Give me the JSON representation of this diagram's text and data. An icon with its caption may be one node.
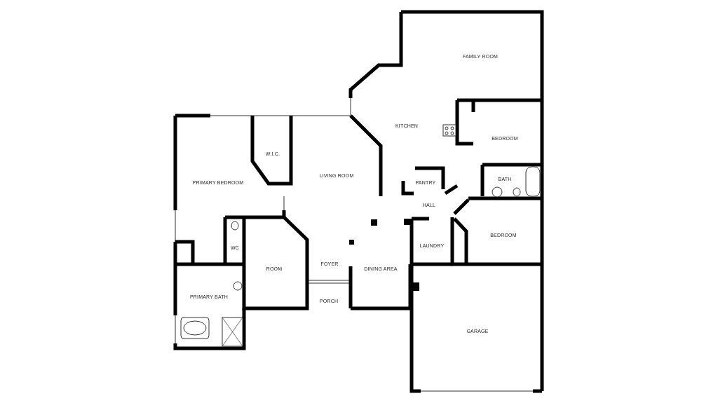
{
  "diagram": {
    "labels": [
      "FAMILY ROOM",
      "KITCHEN",
      "BEDROOM",
      "W.I.C.",
      "LIVING ROOM",
      "PRIMARY BEDROOM",
      "BATH",
      "PANTRY",
      "HALL",
      "BEDROOM",
      "WC",
      "LAUNDRY",
      "ROOM",
      "FOYER",
      "DINING AREA",
      "PRIMARY BATH",
      "PORCH",
      "GARAGE"
    ]
  }
}
